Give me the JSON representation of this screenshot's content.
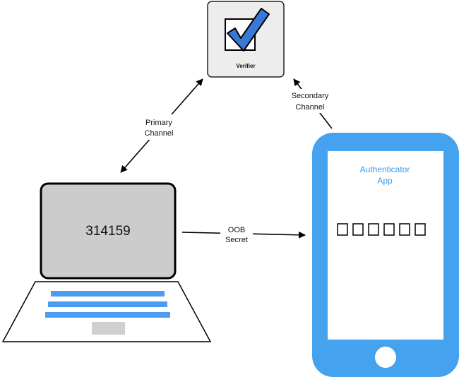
{
  "verifier": {
    "label": "Verifier",
    "colors": {
      "box_fill": "#ededed",
      "check_fill": "#3a78d8"
    }
  },
  "primary_channel": {
    "line1": "Primary",
    "line2": "Channel"
  },
  "secondary_channel": {
    "line1": "Secondary",
    "line2": "Channel"
  },
  "oob_secret": {
    "line1": "OOB",
    "line2": "Secret"
  },
  "laptop": {
    "screen_code": "314159",
    "colors": {
      "screen_fill": "#cccccc",
      "key_bars": "#4a9df0",
      "trackpad": "#cfcfcf"
    }
  },
  "phone": {
    "app_title_line1": "Authenticator",
    "app_title_line2": "App",
    "code_slots": 6,
    "colors": {
      "body": "#45a2ee",
      "title_text": "#3b9ae8"
    }
  }
}
